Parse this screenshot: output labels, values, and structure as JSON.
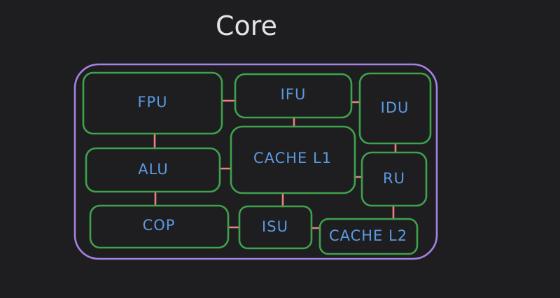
{
  "diagram": {
    "title": "Core",
    "colors": {
      "background": "#1e1e20",
      "container_stroke": "#a681e6",
      "block_stroke": "#3ea24c",
      "block_label": "#5b9ae0",
      "link_stroke": "#f08080",
      "title": "#e4e4e4"
    },
    "blocks": [
      {
        "id": "fpu",
        "label": "FPU"
      },
      {
        "id": "ifu",
        "label": "IFU"
      },
      {
        "id": "idu",
        "label": "IDU"
      },
      {
        "id": "alu",
        "label": "ALU"
      },
      {
        "id": "cache-l1",
        "label": "CACHE L1"
      },
      {
        "id": "ru",
        "label": "RU"
      },
      {
        "id": "cop",
        "label": "COP"
      },
      {
        "id": "isu",
        "label": "ISU"
      },
      {
        "id": "cache-l2",
        "label": "CACHE L2"
      }
    ],
    "links": [
      {
        "from": "fpu",
        "to": "ifu"
      },
      {
        "from": "ifu",
        "to": "idu"
      },
      {
        "from": "fpu",
        "to": "alu"
      },
      {
        "from": "ifu",
        "to": "cache-l1"
      },
      {
        "from": "idu",
        "to": "ru"
      },
      {
        "from": "alu",
        "to": "cache-l1"
      },
      {
        "from": "cache-l1",
        "to": "ru"
      },
      {
        "from": "alu",
        "to": "cop"
      },
      {
        "from": "cache-l1",
        "to": "isu"
      },
      {
        "from": "ru",
        "to": "cache-l2"
      },
      {
        "from": "cop",
        "to": "isu"
      },
      {
        "from": "isu",
        "to": "cache-l2"
      }
    ]
  }
}
